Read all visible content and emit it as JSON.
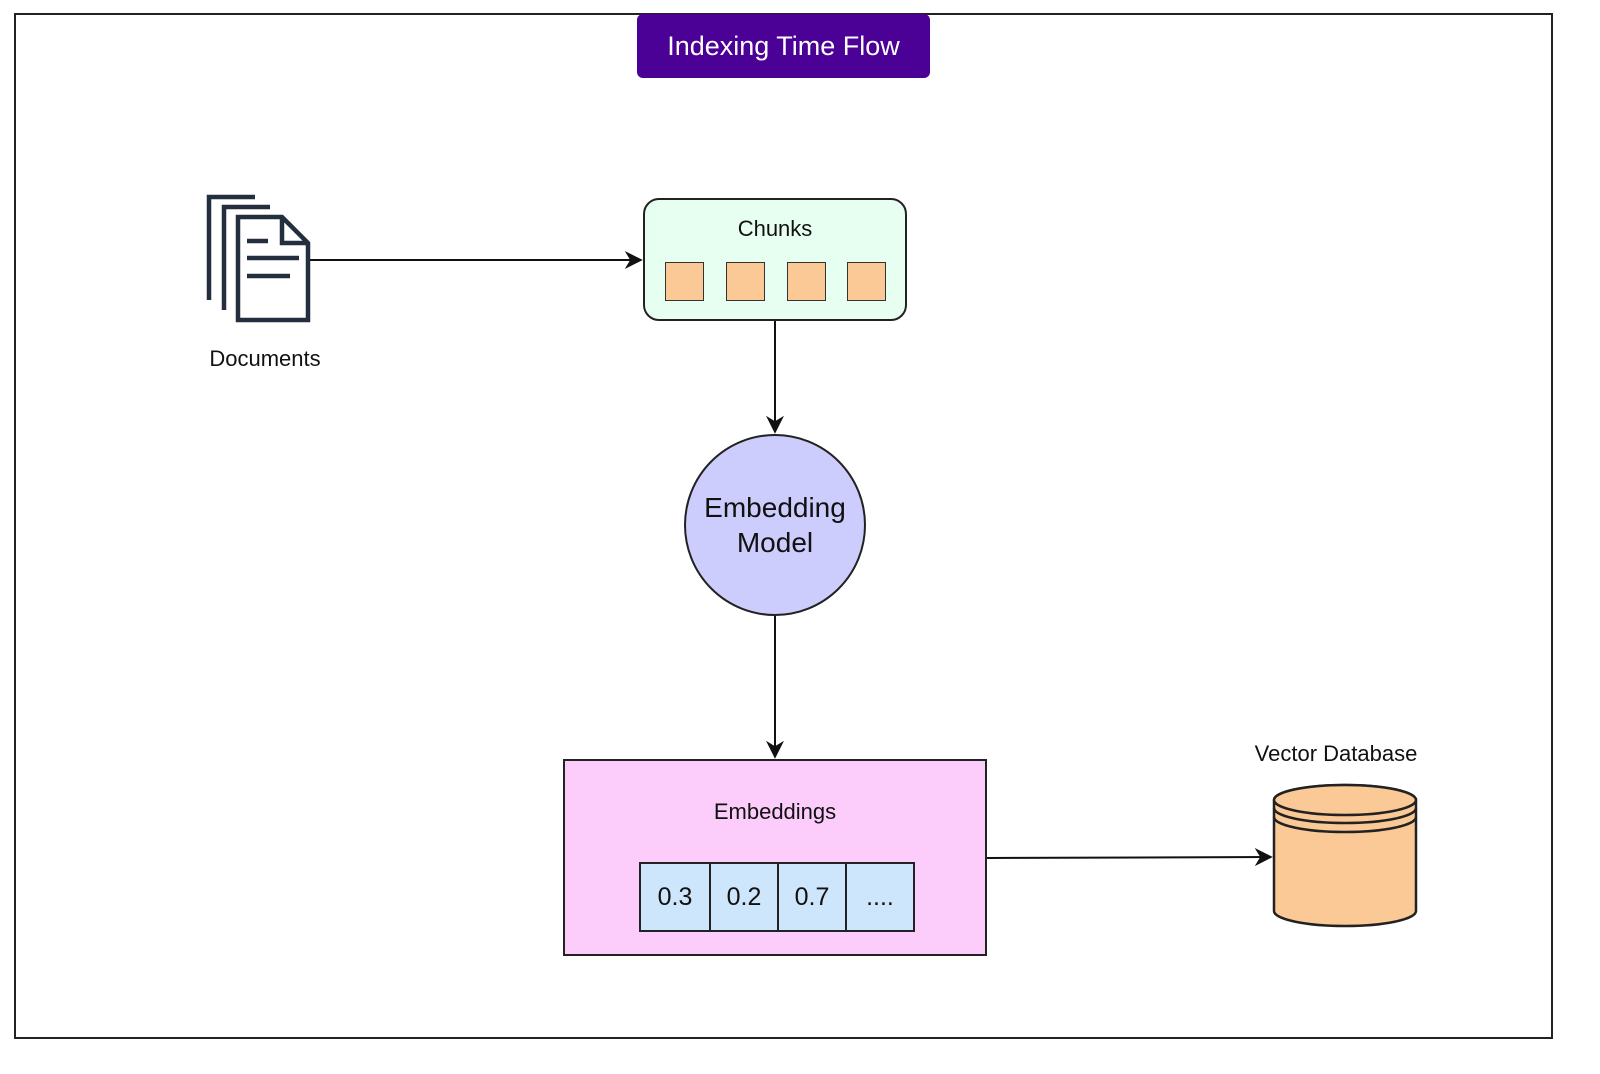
{
  "title": "Indexing Time Flow",
  "nodes": {
    "documents": {
      "label": "Documents",
      "icon": "documents-icon"
    },
    "chunks": {
      "label": "Chunks",
      "items": 4
    },
    "model": {
      "line1": "Embedding",
      "line2": "Model"
    },
    "embeddings": {
      "label": "Embeddings",
      "values": [
        "0.3",
        "0.2",
        "0.7",
        "...."
      ]
    },
    "vector_db": {
      "label": "Vector Database",
      "icon": "database-icon"
    }
  },
  "edges": [
    {
      "from": "documents",
      "to": "chunks"
    },
    {
      "from": "chunks",
      "to": "model"
    },
    {
      "from": "model",
      "to": "embeddings"
    },
    {
      "from": "embeddings",
      "to": "vector_db"
    }
  ],
  "colors": {
    "title_bg": "#4b0096",
    "chunks_bg": "#e6fff0",
    "chunk_item": "#fbc996",
    "model_bg": "#cccdfc",
    "embeddings_bg": "#fccdfb",
    "vector_cell": "#cde6fb",
    "database": "#fbc996",
    "stroke": "#222222"
  }
}
